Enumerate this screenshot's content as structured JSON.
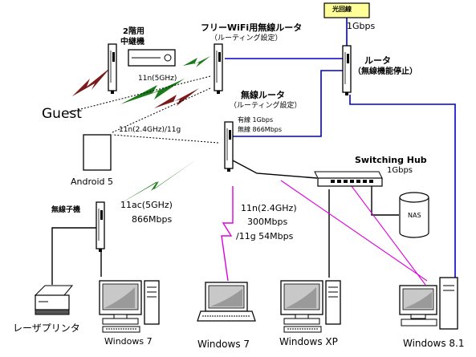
{
  "labels": {
    "fiber": "光回線",
    "bandwidth_1g": "1Gbps",
    "repeater_title": "2階用",
    "repeater_sub": "中継機",
    "free_wifi_router": "フリーWiFi用無線ルータ",
    "free_wifi_mode": "（ルーティング設定）",
    "main_router": "ルータ",
    "main_router_mode": "（無線機能停止）",
    "n5_link": "11n(5GHz)",
    "guest": "Guest",
    "g_link": "11n(2.4GHz)/11g",
    "wireless_router": "無線ルータ",
    "wireless_router_mode": "（ルーティング設定）",
    "wired_speed": "有線 1Gbps",
    "wireless_speed": "無線 866Mbps",
    "android": "Android 5",
    "switch": "Switching Hub",
    "switch_speed": "1Gbps",
    "nas": "NAS",
    "client_adapter": "無線子機",
    "ac_link": "11ac(5GHz)",
    "ac_speed": "866Mbps",
    "n24_link": "11n(2.4GHz)",
    "n24_speed": "300Mbps",
    "g_speed": "/11g  54Mbps",
    "printer": "レーザプリンタ",
    "win7_desktop": "Windows 7",
    "win7_laptop": "Windows 7",
    "winxp": "Windows XP",
    "win81": "Windows 8.1"
  },
  "colors": {
    "wired_link": "#0000cc",
    "wifi_5ghz": "#1a7a1a",
    "wifi_24ghz": "#7a1a1a",
    "wifi_magenta": "#dd00dd",
    "fiber_box": "#ffff99",
    "screen": "#c8c8c8"
  }
}
